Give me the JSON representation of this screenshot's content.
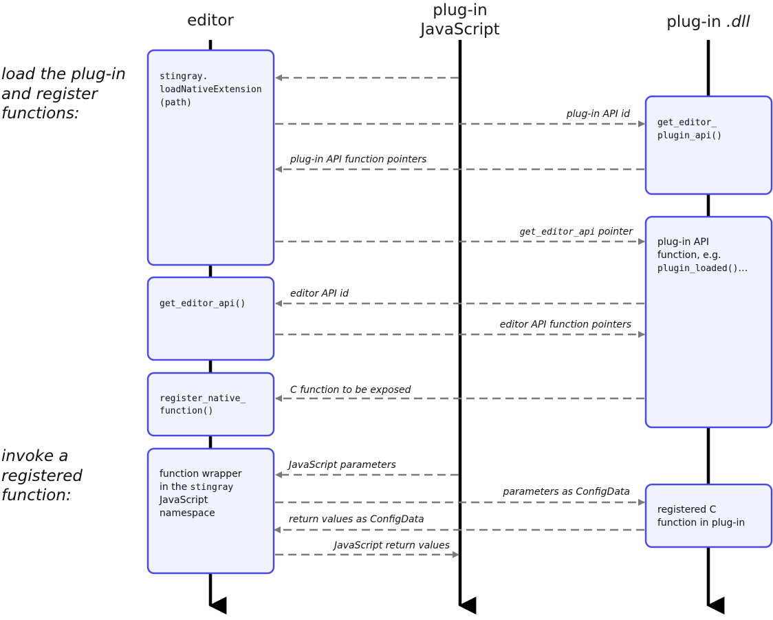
{
  "columns": {
    "editor": "editor",
    "plugin_js_line1": "plug-in",
    "plugin_js_line2": "JavaScript",
    "plugin_dll_prefix": "plug-in ",
    "plugin_dll_suffix": ".dll"
  },
  "sections": {
    "load": [
      "load the plug-in",
      "and register",
      "functions:"
    ],
    "invoke": [
      "invoke a",
      "registered",
      "function:"
    ]
  },
  "boxes": {
    "load_native": [
      "stingray.",
      "loadNativeExtension",
      "(path)"
    ],
    "get_editor_api": [
      "get_editor_api()"
    ],
    "register_native": [
      "register_native_",
      "function()"
    ],
    "wrapper_line1": "function wrapper",
    "wrapper_line2_prefix": "in the ",
    "wrapper_line2_code": "stingray",
    "wrapper_line3": "JavaScript",
    "wrapper_line4": "namespace",
    "get_editor_plugin_api": [
      "get_editor_",
      "plugin_api()"
    ],
    "plugin_api_function": [
      "plug-in API",
      "function, e.g."
    ],
    "plugin_api_function_code": "plugin_loaded()",
    "plugin_api_function_ellipsis": "…",
    "registered_c": [
      "registered C",
      "function in plug-in"
    ]
  },
  "messages": {
    "m1": "",
    "m2": "plug-in API id",
    "m3": "plug-in API function pointers",
    "m4_code": "get_editor_api",
    "m4_rest": " pointer",
    "m5": "editor API id",
    "m6": "editor API function pointers",
    "m7": "C function to be exposed",
    "m8": "JavaScript parameters",
    "m9": "parameters as ConfigData",
    "m10": "return values as ConfigData",
    "m11": "JavaScript return values"
  },
  "colors": {
    "box_fill": "#eef3fd",
    "box_stroke": "#4a4ae0",
    "arrow": "#7a7a7a",
    "lifeline": "#000000"
  }
}
